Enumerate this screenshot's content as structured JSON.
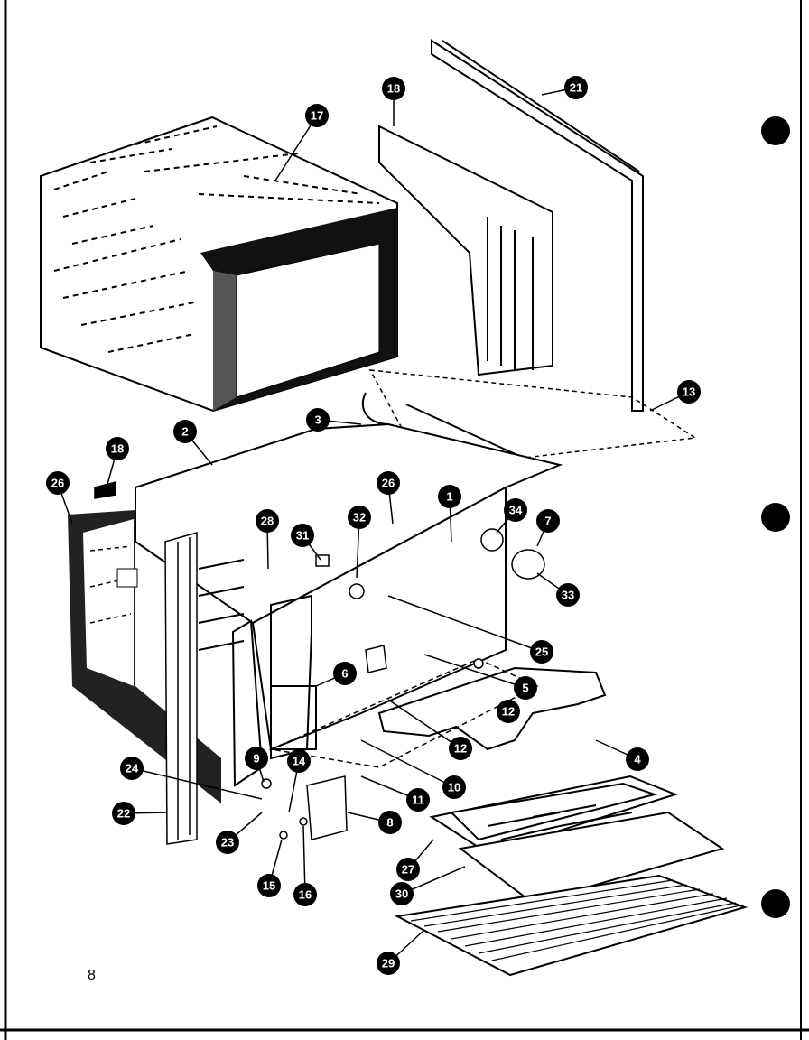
{
  "page": {
    "number": "8"
  },
  "colors": {
    "ink": "#000000",
    "paper": "#ffffff"
  },
  "callouts": [
    "17",
    "18",
    "21",
    "13",
    "3",
    "2",
    "18",
    "26",
    "26",
    "1",
    "34",
    "7",
    "28",
    "31",
    "32",
    "33",
    "25",
    "5",
    "4",
    "6",
    "12",
    "12",
    "9",
    "14",
    "24",
    "22",
    "23",
    "11",
    "10",
    "8",
    "15",
    "16",
    "27",
    "30",
    "29"
  ]
}
